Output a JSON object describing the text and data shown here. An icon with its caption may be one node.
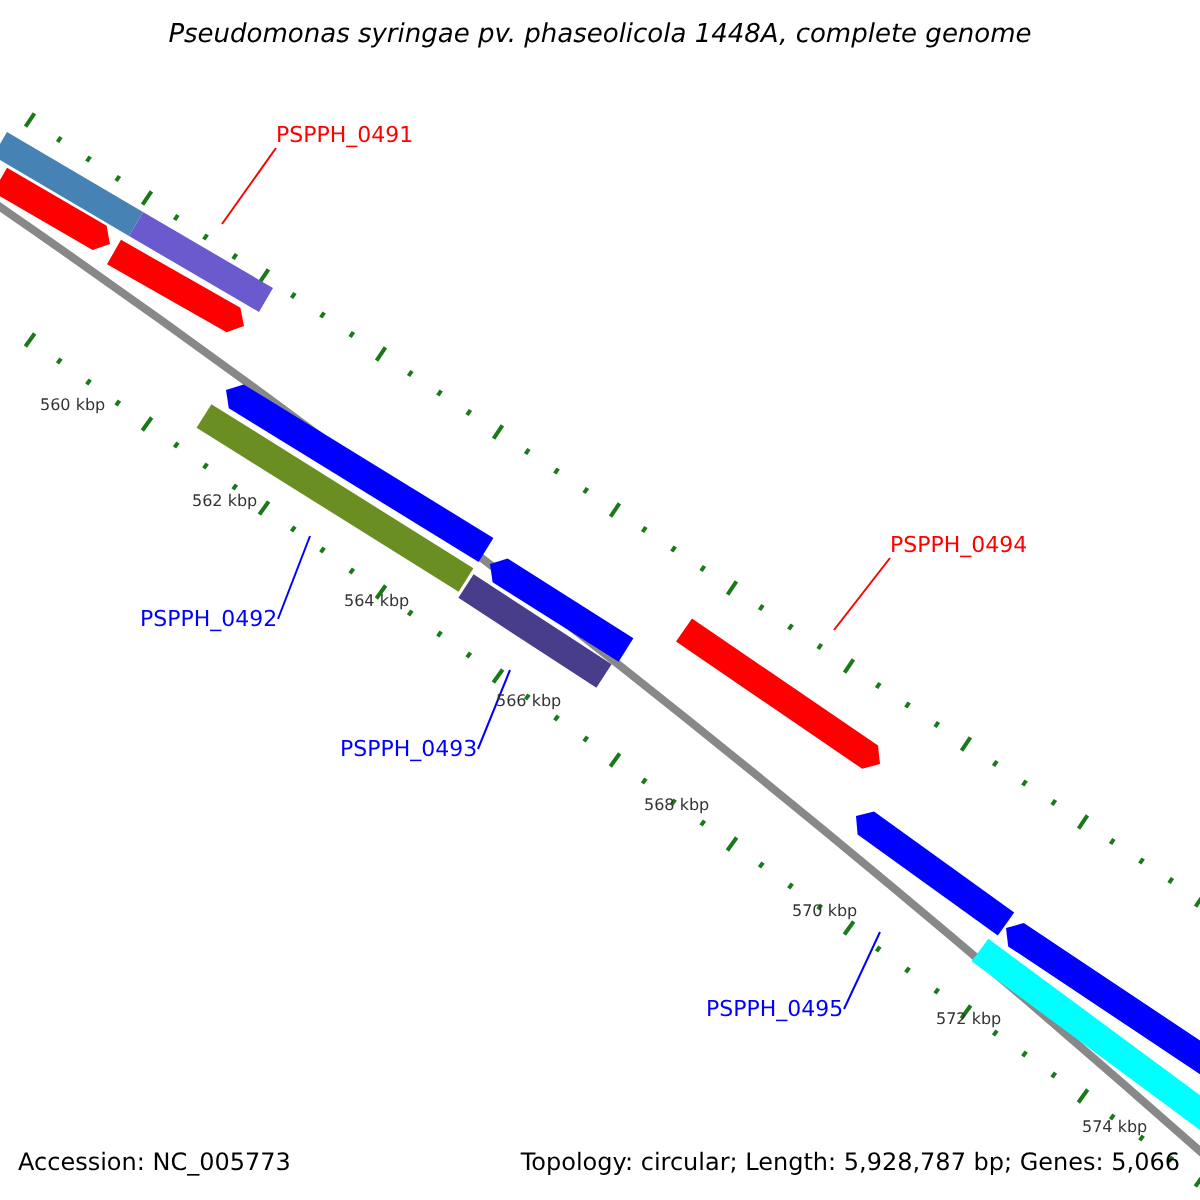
{
  "diagram": {
    "title": "Pseudomonas syringae pv. phaseolicola 1448A, complete genome",
    "nodes": [
      {
        "text": [
          "PSPPH_0491"
        ]
      },
      {
        "text": [
          "PSPPH_0494"
        ]
      },
      {
        "text": [
          "PSPPH_0492"
        ]
      },
      {
        "text": [
          "PSPPH_0493"
        ]
      },
      {
        "text": [
          "PSPPH_0495"
        ]
      }
    ],
    "edges": [
      {
        "from": 0,
        "to": null,
        "arrow": "none",
        "color": "#ff0000"
      },
      {
        "from": 1,
        "to": null,
        "arrow": "none",
        "color": "#ff0000"
      },
      {
        "from": 2,
        "to": null,
        "arrow": "none"
      },
      {
        "from": 3,
        "to": null,
        "arrow": "none"
      },
      {
        "from": 4,
        "to": null,
        "arrow": "none"
      }
    ],
    "labels": [
      "560 kbp",
      "562 kbp",
      "564 kbp",
      "566 kbp",
      "568 kbp",
      "570 kbp",
      "572 kbp",
      "574 kbp",
      "Accession: NC_005773",
      "Topology: circular; Length: 5,928,787 bp; Genes: 5,066"
    ]
  }
}
